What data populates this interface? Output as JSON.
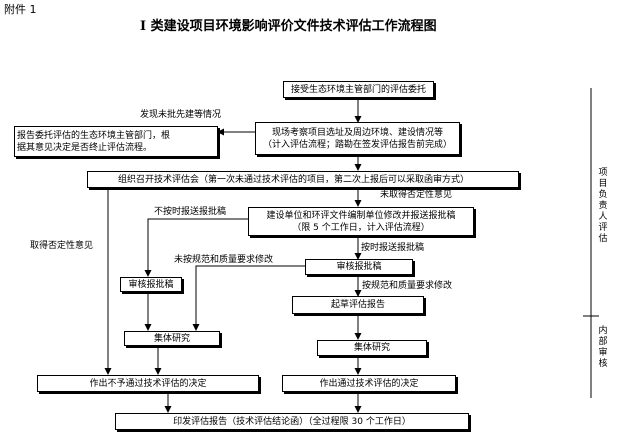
{
  "header": {
    "attachment": "附件 1",
    "title": "I 类建设项目环境影响评价文件技术评估工作流程图"
  },
  "boxes": {
    "accept": "接受生态环境主管部门的评估委托",
    "report": [
      "报告委托评估的生态环境主管部门，根",
      "据其意见决定是否终止评估流程。"
    ],
    "site": [
      "现场考察项目选址及周边环境、建设情况等",
      "（计入评估流程；踏勘在签发评估报告前完成）"
    ],
    "meeting": "组织召开技术评估会（第一次未通过技术评估的项目，第二次上报后可以采取函审方式）",
    "revise": [
      "建设单位和环评文件编制单位修改并报送报批稿",
      "（限 5 个工作日，计入评估流程）"
    ],
    "review_left": "审核报批稿",
    "review_right": "审核报批稿",
    "draft": "起草评估报告",
    "collective_left": "集体研究",
    "collective_right": "集体研究",
    "fail": "作出不予通过技术评估的决定",
    "pass": "作出通过技术评估的决定",
    "issue": "印发评估报告（技术评估结论函）（全过程限 30 个工作日）"
  },
  "labels": {
    "violation": "发现未批先建等情况",
    "no_submit": "不按时报送报批稿",
    "negative_top": "未取得否定性意见",
    "negative_left": "取得否定性意见",
    "submit_on_time": "按时报送报批稿",
    "not_meet": "未按规范和质量要求修改",
    "meet": "按规范和质量要求修改"
  },
  "side": {
    "project": "项目负责人评估",
    "internal": "内部审核"
  }
}
